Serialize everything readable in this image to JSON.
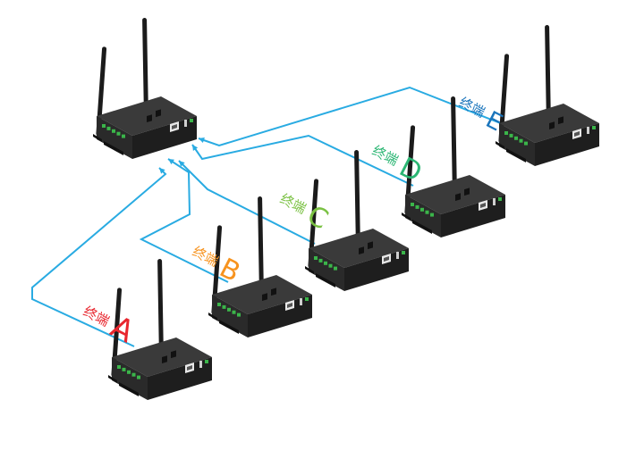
{
  "colors": {
    "link": "#29ABE2",
    "device_dark": "#2a2a2a",
    "device_top": "#3a3a3a",
    "device_side": "#1e1e1e",
    "terminal_green": "#3bb54a",
    "label_a": "#e8262e",
    "label_b": "#f7931e",
    "label_c": "#7ac143",
    "label_d": "#2bb673",
    "label_e": "#1b75bc"
  },
  "hub": {
    "name": "gateway-hub"
  },
  "nodes": [
    {
      "id": "A",
      "label": "A",
      "prefix": "终端",
      "color_key": "label_a"
    },
    {
      "id": "B",
      "label": "B",
      "prefix": "终端",
      "color_key": "label_b"
    },
    {
      "id": "C",
      "label": "C",
      "prefix": "终端",
      "color_key": "label_c"
    },
    {
      "id": "D",
      "label": "D",
      "prefix": "终端",
      "color_key": "label_d"
    },
    {
      "id": "E",
      "label": "E",
      "prefix": "终端",
      "color_key": "label_e"
    }
  ],
  "icons": {
    "device": "industrial-router-icon",
    "antenna": "antenna-icon",
    "ethernet_port": "ethernet-port-icon"
  }
}
